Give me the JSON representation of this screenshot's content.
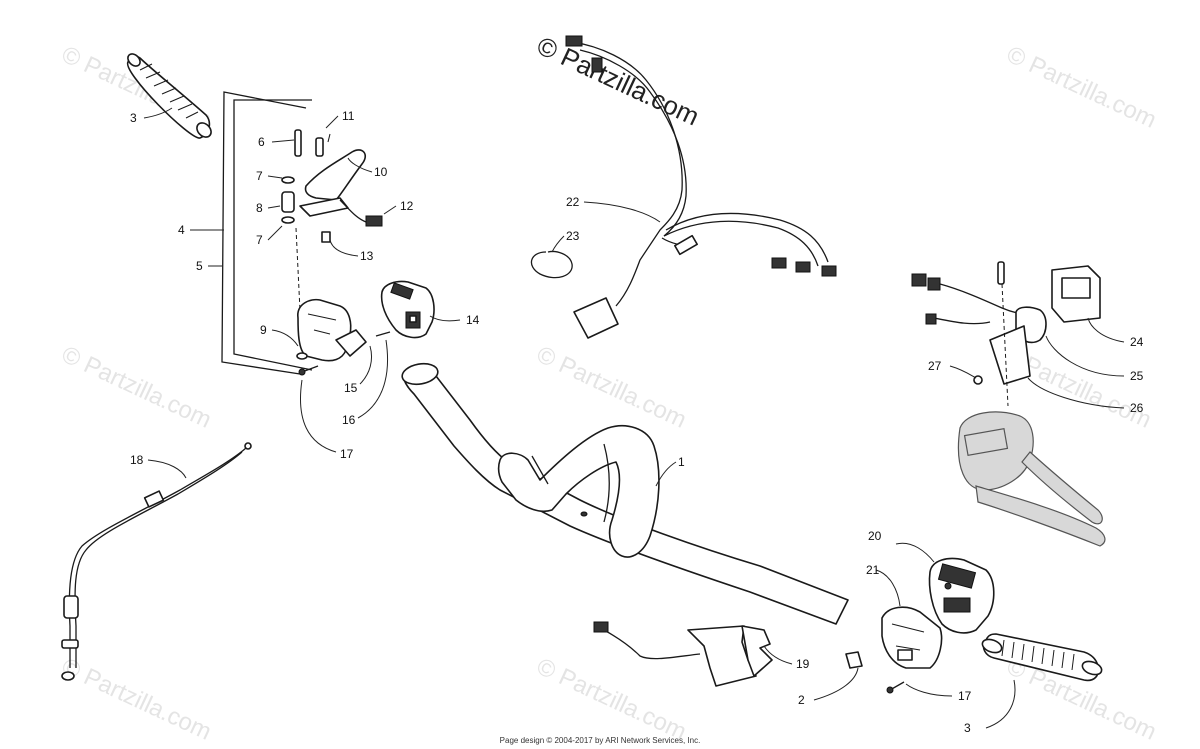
{
  "watermark": {
    "main_text": "© Partzilla.com",
    "faint_text": "© Partzilla.com"
  },
  "footer": {
    "text": "Page design © 2004-2017 by ARI Network Services, Inc."
  },
  "callouts": {
    "c1": "1",
    "c2": "2",
    "c3a": "3",
    "c3b": "3",
    "c4": "4",
    "c5": "5",
    "c6": "6",
    "c7a": "7",
    "c7b": "7",
    "c8": "8",
    "c9": "9",
    "c10": "10",
    "c11": "11",
    "c12": "12",
    "c13": "13",
    "c14": "14",
    "c15": "15",
    "c16": "16",
    "c17a": "17",
    "c17b": "17",
    "c18": "18",
    "c19": "19",
    "c20": "20",
    "c21": "21",
    "c22": "22",
    "c23": "23",
    "c24": "24",
    "c25": "25",
    "c26": "26",
    "c27": "27"
  },
  "colors": {
    "line": "#1a1a1a",
    "watermark": "#cfcfcf",
    "background": "#ffffff"
  }
}
